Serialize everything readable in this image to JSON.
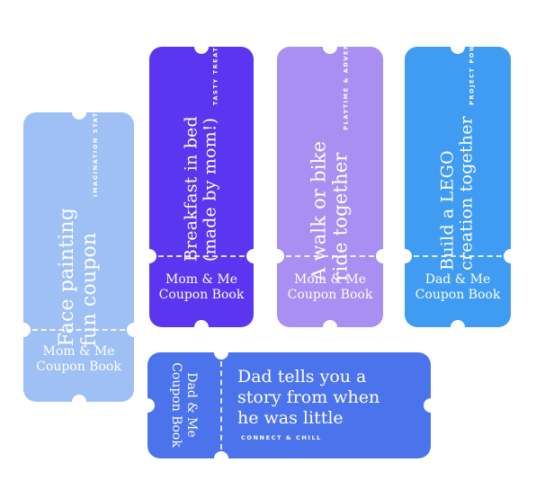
{
  "tickets": [
    {
      "title_line1": "Face painting",
      "title_line2": "fun coupon",
      "subtitle": "IMAGINATION STATION",
      "stub_line1": "Mom & Me",
      "stub_line2": "Coupon Book",
      "color": "#9ec0f4"
    },
    {
      "title_line1": "Breakfast in bed",
      "title_line2": "(made by mom!)",
      "subtitle": "TASTY TREATS",
      "stub_line1": "Mom & Me",
      "stub_line2": "Coupon Book",
      "color": "#5b35f0"
    },
    {
      "title_line1": "A walk or bike",
      "title_line2": "ride together",
      "subtitle": "PLAYTIME & ADVENTURE",
      "stub_line1": "Mom & Me",
      "stub_line2": "Coupon Book",
      "color": "#a98ff1"
    },
    {
      "title_line1": "Build a LEGO",
      "title_line2": "creation together",
      "subtitle": "PROJECT POWER",
      "stub_line1": "Dad & Me",
      "stub_line2": "Coupon Book",
      "color": "#3f9cf2"
    },
    {
      "title_line1": "Dad tells you a",
      "title_line2": "story from when",
      "title_line3": "he was little",
      "subtitle": "CONNECT & CHILL",
      "stub_line1": "Dad & Me",
      "stub_line2": "Coupon Book",
      "color": "#4b74ec"
    }
  ]
}
